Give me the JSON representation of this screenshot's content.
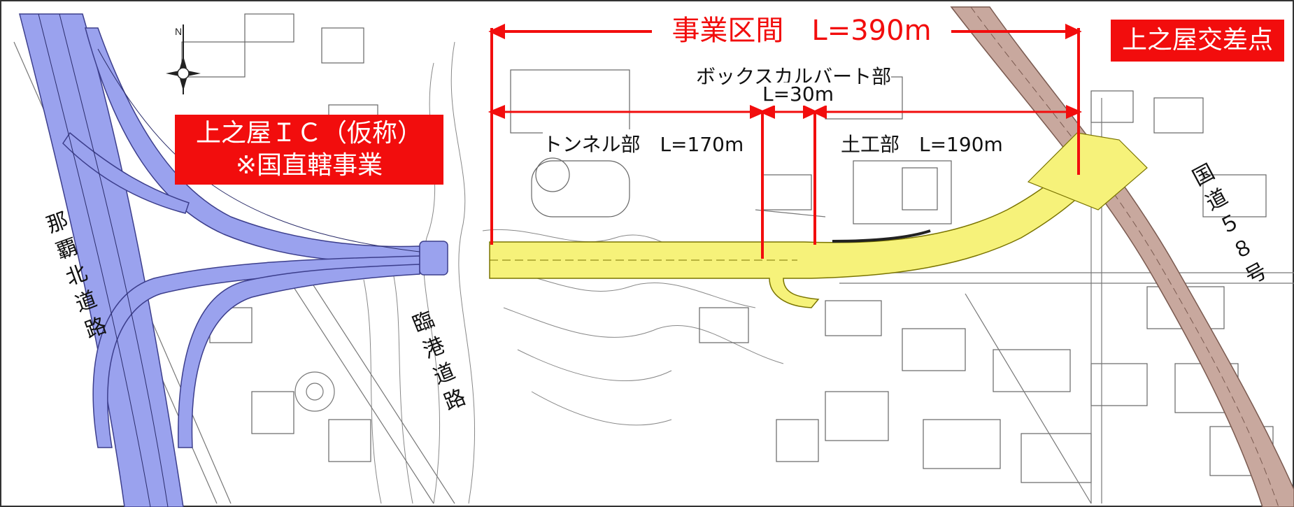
{
  "labels": {
    "project_section": "事業区間　L=390m",
    "intersection": "上之屋交差点",
    "ic_name": "上之屋ＩＣ（仮称）",
    "ic_note": "※国直轄事業",
    "box_culvert": "ボックスカルバート部",
    "box_culvert_len": "L=30m",
    "tunnel": "トンネル部　L=170m",
    "earthwork": "土工部　L=190m",
    "route58": "国道５８号",
    "naha_north": "那覇北道路",
    "rinko": "臨港道路"
  },
  "colors": {
    "highlight_red": "#f20d0d",
    "project_yellow": "#f6f27a",
    "ic_blue": "#9aa2ee",
    "route58_brown": "#c8a89e",
    "map_lines": "#555555"
  },
  "icons": [
    "north-arrow-icon",
    "compass-rose-icon"
  ]
}
